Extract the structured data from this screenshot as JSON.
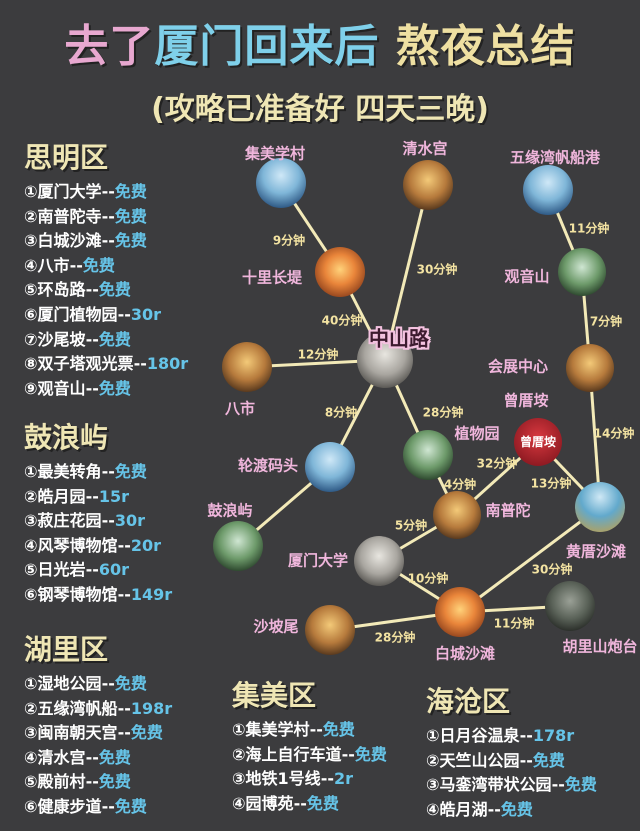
{
  "header": {
    "title_part1": "去了",
    "title_part2": "厦门回来后",
    "title_part3": "熬夜总结",
    "subtitle": "(攻略已准备好 四天三晚)"
  },
  "colors": {
    "background": "#3c3c3e",
    "district_title": "#efe6b4",
    "price": "#66c4e8",
    "node_label": "#f0b6dc",
    "route_line": "#f3eab8",
    "time_label": "#f3e3a2"
  },
  "districts": [
    {
      "name": "思明区",
      "items": [
        {
          "n": "①",
          "place": "厦门大学",
          "sep": "--",
          "price": "免费"
        },
        {
          "n": "②",
          "place": "南普陀寺",
          "sep": "--",
          "price": "免费"
        },
        {
          "n": "③",
          "place": "白城沙滩",
          "sep": "--",
          "price": "免费"
        },
        {
          "n": "④",
          "place": "八市",
          "sep": "--",
          "price": "免费"
        },
        {
          "n": "⑤",
          "place": "环岛路",
          "sep": "--",
          "price": "免费"
        },
        {
          "n": "⑥",
          "place": "厦门植物园",
          "sep": "--",
          "price": "30r"
        },
        {
          "n": "⑦",
          "place": "沙尾坡",
          "sep": "--",
          "price": "免费"
        },
        {
          "n": "⑧",
          "place": "双子塔观光票",
          "sep": "--",
          "price": "180r"
        },
        {
          "n": "⑨",
          "place": "观音山",
          "sep": "--",
          "price": "免费"
        }
      ]
    },
    {
      "name": "鼓浪屿",
      "items": [
        {
          "n": "①",
          "place": "最美转角",
          "sep": "--",
          "price": "免费"
        },
        {
          "n": "②",
          "place": "皓月园",
          "sep": "--",
          "price": "15r"
        },
        {
          "n": "③",
          "place": "菽庄花园",
          "sep": "--",
          "price": "30r"
        },
        {
          "n": "④",
          "place": "风琴博物馆",
          "sep": "--",
          "price": "20r"
        },
        {
          "n": "⑤",
          "place": "日光岩",
          "sep": "--",
          "price": "60r"
        },
        {
          "n": "⑥",
          "place": "钢琴博物馆",
          "sep": "--",
          "price": "149r"
        }
      ]
    },
    {
      "name": "湖里区",
      "items": [
        {
          "n": "①",
          "place": "湿地公园",
          "sep": "--",
          "price": "免费"
        },
        {
          "n": "②",
          "place": "五缘湾帆船",
          "sep": "--",
          "price": "198r"
        },
        {
          "n": "③",
          "place": "闽南朝天宫",
          "sep": "--",
          "price": "免费"
        },
        {
          "n": "④",
          "place": "清水宫",
          "sep": "--",
          "price": "免费"
        },
        {
          "n": "⑤",
          "place": "殿前村",
          "sep": "--",
          "price": "免费"
        },
        {
          "n": "⑥",
          "place": "健康步道",
          "sep": "--",
          "price": "免费"
        }
      ]
    },
    {
      "name": "集美区",
      "items": [
        {
          "n": "①",
          "place": "集美学村",
          "sep": "--",
          "price": "免费"
        },
        {
          "n": "②",
          "place": "海上自行车道",
          "sep": "--",
          "price": "免费"
        },
        {
          "n": "③",
          "place": "地铁1号线",
          "sep": "--",
          "price": "2r"
        },
        {
          "n": "④",
          "place": "园博苑",
          "sep": "--",
          "price": "免费"
        }
      ]
    },
    {
      "name": "海沧区",
      "items": [
        {
          "n": "①",
          "place": "日月谷温泉",
          "sep": "--",
          "price": "178r"
        },
        {
          "n": "②",
          "place": "天竺山公园",
          "sep": "--",
          "price": "免费"
        },
        {
          "n": "③",
          "place": "马銮湾带状公园",
          "sep": "--",
          "price": "免费"
        },
        {
          "n": "④",
          "place": "皓月湖",
          "sep": "--",
          "price": "免费"
        }
      ]
    }
  ],
  "map": {
    "hub": {
      "label": "中山路"
    },
    "nodes": [
      {
        "id": "jimei",
        "label": "集美学村"
      },
      {
        "id": "qingshui",
        "label": "清水宫"
      },
      {
        "id": "wuyuan",
        "label": "五缘湾帆船港"
      },
      {
        "id": "shili",
        "label": "十里长堤"
      },
      {
        "id": "guanyin",
        "label": "观音山"
      },
      {
        "id": "bashi",
        "label": "八市"
      },
      {
        "id": "huizhan",
        "label": "会展中心"
      },
      {
        "id": "zengcuoan",
        "label": "曾厝垵"
      },
      {
        "id": "zhiwu",
        "label": "植物园"
      },
      {
        "id": "lundu",
        "label": "轮渡码头"
      },
      {
        "id": "nanputuo",
        "label": "南普陀"
      },
      {
        "id": "huangcuo",
        "label": "黄厝沙滩"
      },
      {
        "id": "gulang",
        "label": "鼓浪屿"
      },
      {
        "id": "xiada",
        "label": "厦门大学"
      },
      {
        "id": "baicheng",
        "label": "白城沙滩"
      },
      {
        "id": "hulishan",
        "label": "胡里山炮台"
      },
      {
        "id": "shapowei",
        "label": "沙坡尾"
      }
    ],
    "routes": [
      {
        "from": "集美学村",
        "to": "十里长堤",
        "time": "9分钟"
      },
      {
        "from": "十里长堤",
        "to": "中山路",
        "time": "40分钟"
      },
      {
        "from": "清水宫",
        "to": "中山路",
        "time": "30分钟"
      },
      {
        "from": "五缘湾帆船港",
        "to": "观音山",
        "time": "11分钟"
      },
      {
        "from": "观音山",
        "to": "会展中心",
        "time": "7分钟"
      },
      {
        "from": "八市",
        "to": "中山路",
        "time": "12分钟"
      },
      {
        "from": "中山路",
        "to": "轮渡码头",
        "time": "8分钟"
      },
      {
        "from": "中山路",
        "to": "植物园",
        "time": "28分钟"
      },
      {
        "from": "会展中心",
        "to": "黄厝沙滩",
        "time": "14分钟"
      },
      {
        "from": "曾厝垵",
        "to": "南普陀",
        "time": "32分钟"
      },
      {
        "from": "曾厝垵",
        "to": "黄厝沙滩",
        "time": "13分钟"
      },
      {
        "from": "植物园",
        "to": "南普陀",
        "time": "4分钟"
      },
      {
        "from": "南普陀",
        "to": "厦门大学",
        "time": "5分钟"
      },
      {
        "from": "厦门大学",
        "to": "白城沙滩",
        "time": "10分钟"
      },
      {
        "from": "黄厝沙滩",
        "to": "白城沙滩",
        "time": "30分钟"
      },
      {
        "from": "白城沙滩",
        "to": "胡里山炮台",
        "time": "11分钟"
      },
      {
        "from": "沙坡尾",
        "to": "白城沙滩",
        "time": "28分钟"
      },
      {
        "from": "轮渡码头",
        "to": "鼓浪屿",
        "time": ""
      }
    ]
  }
}
